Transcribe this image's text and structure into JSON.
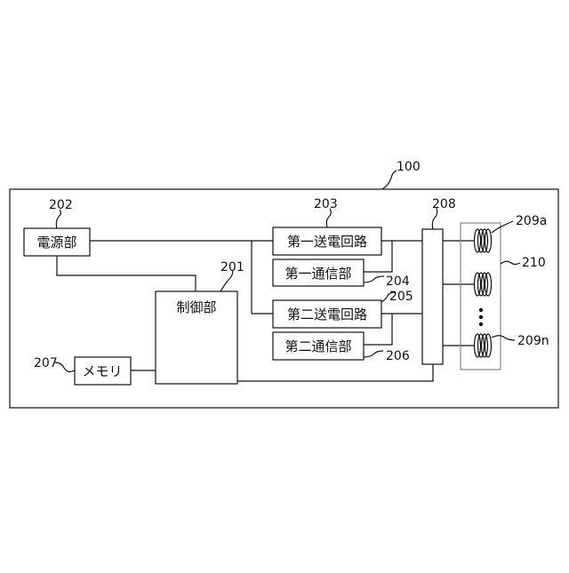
{
  "labels": {
    "system": "100",
    "power_supply": "電源部",
    "controller": "制御部",
    "tx_circuit_1": "第一送電回路",
    "comm_1": "第一通信部",
    "tx_circuit_2": "第二送電回路",
    "comm_2": "第二通信部",
    "memory": "メモリ"
  },
  "refs": {
    "power_supply": "202",
    "controller": "201",
    "tx_circuit_1": "203",
    "comm_1": "204",
    "tx_circuit_2": "205",
    "comm_2": "206",
    "memory": "207",
    "switch": "208",
    "coil_first": "209a",
    "coil_last": "209n",
    "coil_array": "210"
  },
  "colors": {
    "line": "#111111",
    "coil_array_border": "#888888"
  }
}
